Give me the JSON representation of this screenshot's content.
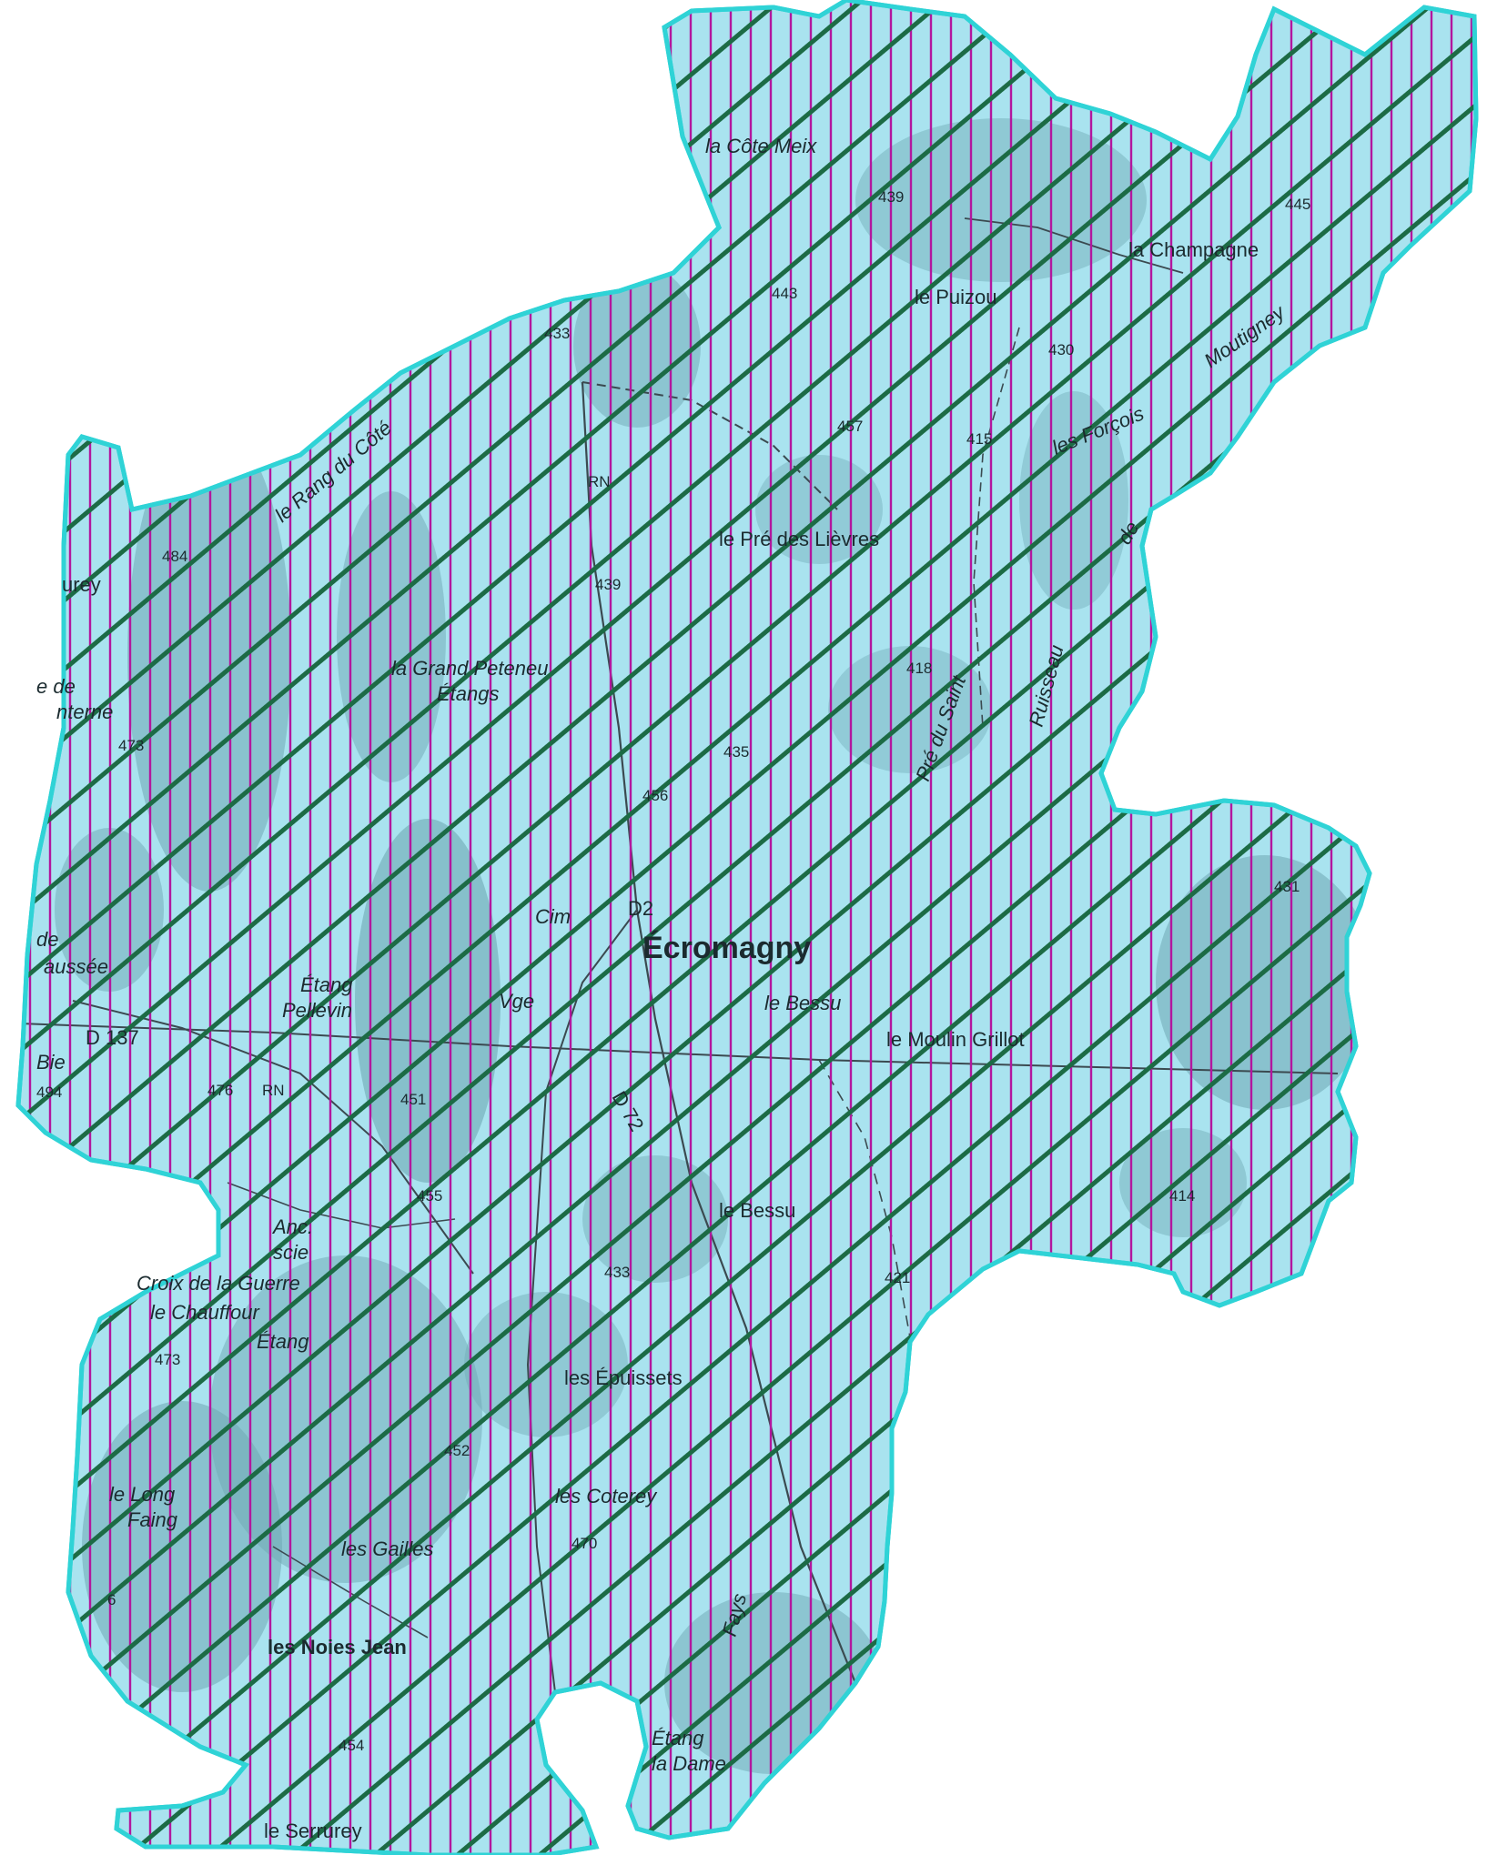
{
  "map": {
    "colors": {
      "background": "#ffffff",
      "land_fill": "#a9e3ef",
      "land_dark": "#6fa8b3",
      "outline": "#2fd3d6",
      "hatch_vertical": "#b3169e",
      "hatch_diagonal": "#1c6b45",
      "road": "#3b4a50",
      "text": "#1b2b2f"
    },
    "labels": {
      "la_cote_meix": "la Côte Meix",
      "elev_439": "439",
      "elev_445": "445",
      "la_champagne": "la Champagne",
      "elev_443": "443",
      "le_puizou": "le Puizou",
      "elev_433_top": "433",
      "elev_430": "430",
      "le_rang_du_cote": "le Rang du Côté",
      "les_forcois": "les Forçois",
      "moutigney": "Moutigney",
      "elev_457": "457",
      "elev_415": "415",
      "rn_top": "RN",
      "elev_484": "484",
      "urey": "urey",
      "le_pre_des_lievres": "le Pré des Lièvres",
      "de_right": "de",
      "elev_439_mid": "439",
      "la_grand_peteneu": "la Grand Peteneu",
      "etangs": "Étangs",
      "elev_418": "418",
      "pre_du_saint": "Pré du Saint",
      "ruisseau": "Ruisseau",
      "e_de": "e de",
      "nterne": "nterne",
      "elev_473": "473",
      "elev_435": "435",
      "elev_456": "456",
      "elev_431": "431",
      "cim": "Cim",
      "d2": "D2",
      "ecromagny": "Écromagny",
      "de_left": "de",
      "aussee": "aussée",
      "etang_pellevin": "Étang",
      "pellevin": "Pellevin",
      "vge": "Vge",
      "le_bessu_top": "le Bessu",
      "d137": "D 137",
      "le_moulin_grillot": "le Moulin Grillot",
      "bie": "Bie",
      "elev_494": "494",
      "elev_476": "476",
      "rn_mid": "RN",
      "elev_451": "451",
      "d72": "D 72",
      "elev_455": "455",
      "le_bessu_bottom": "le Bessu",
      "elev_414": "414",
      "anc_scierie_1": "Anc.",
      "anc_scierie_2": "scie",
      "croix_de_la_guerre": "Croix de la Guerre",
      "elev_433_mid": "433",
      "elev_421": "421",
      "le_chauffour": "le Chauffour",
      "etang_left": "Étang",
      "elev_473_low": "473",
      "les_epuissets": "les Épuissets",
      "elev_452": "452",
      "le_long_faing_1": "le Long",
      "le_long_faing_2": "Faing",
      "les_coterey": "les Coterey",
      "elev_470": "470",
      "les_gailles": "les Gailles",
      "fays": "Fays",
      "elev_6": "6",
      "les_noies_jean": "les Noies Jean",
      "elev_454": "454",
      "etang_la_dame_1": "Étang",
      "etang_la_dame_2": "la Dame",
      "le_serrurey": "le Serrurey"
    }
  }
}
